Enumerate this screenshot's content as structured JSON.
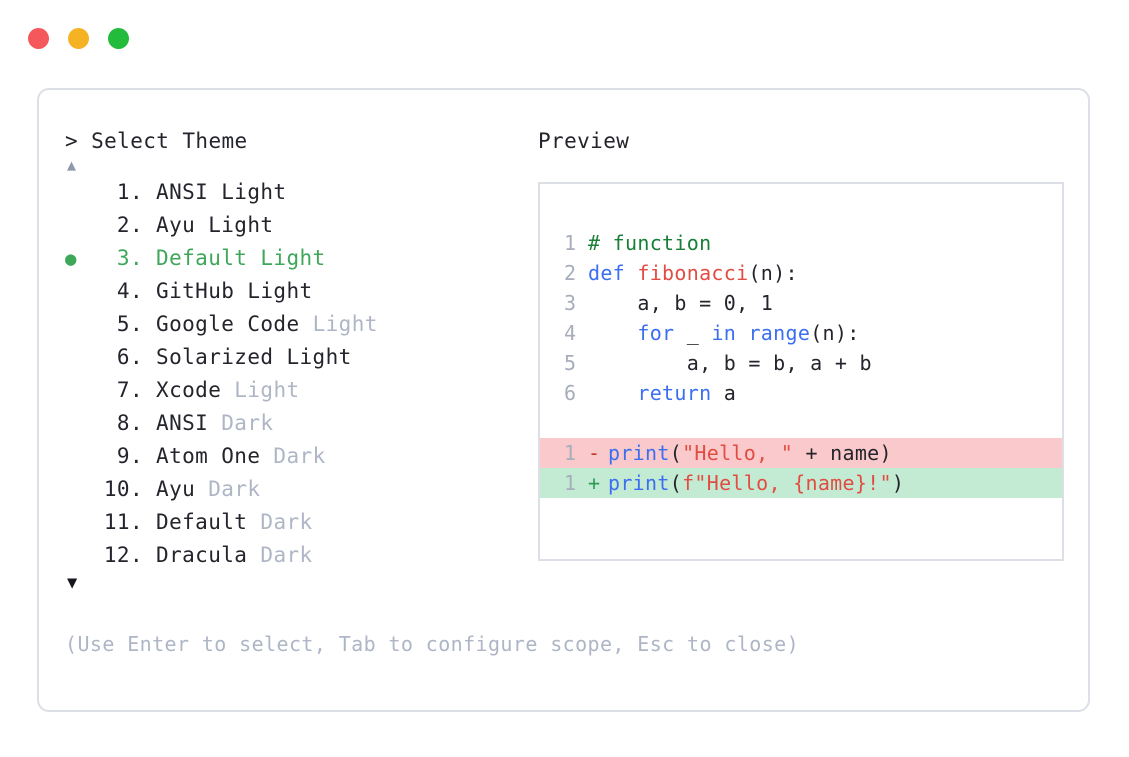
{
  "window": {
    "dots": [
      {
        "name": "close-dot",
        "color": "#F4585A"
      },
      {
        "name": "minimize-dot",
        "color": "#F5B324"
      },
      {
        "name": "maximize-dot",
        "color": "#22BB3B"
      }
    ]
  },
  "selector": {
    "prompt": "> Select Theme",
    "scroll_up_icon": "▲",
    "scroll_down_icon": "▼",
    "selected_bullet": "●",
    "selected_index": 3,
    "accent_color": "#3fa75a",
    "items": [
      {
        "index": "1.",
        "name": "ANSI Light",
        "tag": "",
        "tag_muted": false,
        "selected": false,
        "bullet": ""
      },
      {
        "index": "2.",
        "name": "Ayu Light",
        "tag": "",
        "tag_muted": false,
        "selected": false,
        "bullet": ""
      },
      {
        "index": "3.",
        "name": "Default Light",
        "tag": "",
        "tag_muted": false,
        "selected": true,
        "bullet": "●"
      },
      {
        "index": "4.",
        "name": "GitHub Light",
        "tag": "",
        "tag_muted": false,
        "selected": false,
        "bullet": ""
      },
      {
        "index": "5.",
        "name": "Google Code",
        "tag": "Light",
        "tag_muted": true,
        "selected": false,
        "bullet": ""
      },
      {
        "index": "6.",
        "name": "Solarized Light",
        "tag": "",
        "tag_muted": false,
        "selected": false,
        "bullet": ""
      },
      {
        "index": "7.",
        "name": "Xcode",
        "tag": "Light",
        "tag_muted": true,
        "selected": false,
        "bullet": ""
      },
      {
        "index": "8.",
        "name": "ANSI",
        "tag": "Dark",
        "tag_muted": true,
        "selected": false,
        "bullet": ""
      },
      {
        "index": "9.",
        "name": "Atom One",
        "tag": "Dark",
        "tag_muted": true,
        "selected": false,
        "bullet": ""
      },
      {
        "index": "10.",
        "name": "Ayu",
        "tag": "Dark",
        "tag_muted": true,
        "selected": false,
        "bullet": ""
      },
      {
        "index": "11.",
        "name": "Default",
        "tag": "Dark",
        "tag_muted": true,
        "selected": false,
        "bullet": ""
      },
      {
        "index": "12.",
        "name": "Dracula",
        "tag": "Dark",
        "tag_muted": true,
        "selected": false,
        "bullet": ""
      }
    ],
    "hint": "(Use Enter to select, Tab to configure scope, Esc to close)"
  },
  "preview": {
    "label": "Preview",
    "code_lines": [
      {
        "no": "1",
        "tokens": [
          {
            "t": "# function",
            "c": "tok-comment"
          }
        ]
      },
      {
        "no": "2",
        "tokens": [
          {
            "t": "def ",
            "c": "tok-kw"
          },
          {
            "t": "fibonacci",
            "c": "tok-fn"
          },
          {
            "t": "(n):",
            "c": "tok-plain"
          }
        ]
      },
      {
        "no": "3",
        "tokens": [
          {
            "t": "    a, b = ",
            "c": "tok-plain"
          },
          {
            "t": "0",
            "c": "tok-num"
          },
          {
            "t": ", ",
            "c": "tok-plain"
          },
          {
            "t": "1",
            "c": "tok-num"
          }
        ]
      },
      {
        "no": "4",
        "tokens": [
          {
            "t": "    ",
            "c": "tok-plain"
          },
          {
            "t": "for",
            "c": "tok-kw"
          },
          {
            "t": " _ ",
            "c": "tok-plain"
          },
          {
            "t": "in",
            "c": "tok-kw"
          },
          {
            "t": " ",
            "c": "tok-plain"
          },
          {
            "t": "range",
            "c": "tok-builtin"
          },
          {
            "t": "(n):",
            "c": "tok-plain"
          }
        ]
      },
      {
        "no": "5",
        "tokens": [
          {
            "t": "        a, b = b, a + b",
            "c": "tok-plain"
          }
        ]
      },
      {
        "no": "6",
        "tokens": [
          {
            "t": "    ",
            "c": "tok-plain"
          },
          {
            "t": "return",
            "c": "tok-kw"
          },
          {
            "t": " a",
            "c": "tok-plain"
          }
        ]
      }
    ],
    "diff_lines": [
      {
        "no": "1",
        "marker": "-",
        "kind": "removed",
        "tokens": [
          {
            "t": "print",
            "c": "tok-builtin"
          },
          {
            "t": "(",
            "c": "tok-plain"
          },
          {
            "t": "\"Hello, \"",
            "c": "tok-str"
          },
          {
            "t": " + name)",
            "c": "tok-plain"
          }
        ]
      },
      {
        "no": "1",
        "marker": "+",
        "kind": "added",
        "tokens": [
          {
            "t": "print",
            "c": "tok-builtin"
          },
          {
            "t": "(",
            "c": "tok-plain"
          },
          {
            "t": "f\"Hello, {name}!\"",
            "c": "tok-str"
          },
          {
            "t": ")",
            "c": "tok-plain"
          }
        ]
      }
    ]
  }
}
